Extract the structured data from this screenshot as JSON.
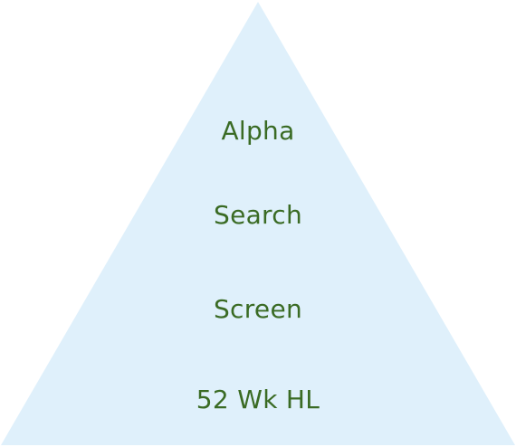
{
  "pyramid": {
    "fill_color": "#dff0fb",
    "divider_color": "#8fcbeb",
    "text_color": "#3a6b24",
    "tiers": [
      {
        "label": "Alpha"
      },
      {
        "label": "Search"
      },
      {
        "label": "Screen"
      },
      {
        "label": "52 Wk HL"
      }
    ]
  }
}
